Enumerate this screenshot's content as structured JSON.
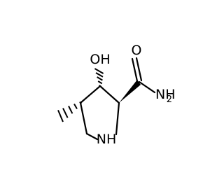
{
  "molecule": {
    "atoms": {
      "hydroxyl_O": "OH",
      "carbonyl_O": "O",
      "amide_N": "NH",
      "amide_N_h_count": "2",
      "ring_N": "NH"
    },
    "stereo": {
      "C3_to_OH": "hashed",
      "C4_to_methyl": "hashed",
      "C2_to_carboxamide": "wedge"
    }
  }
}
